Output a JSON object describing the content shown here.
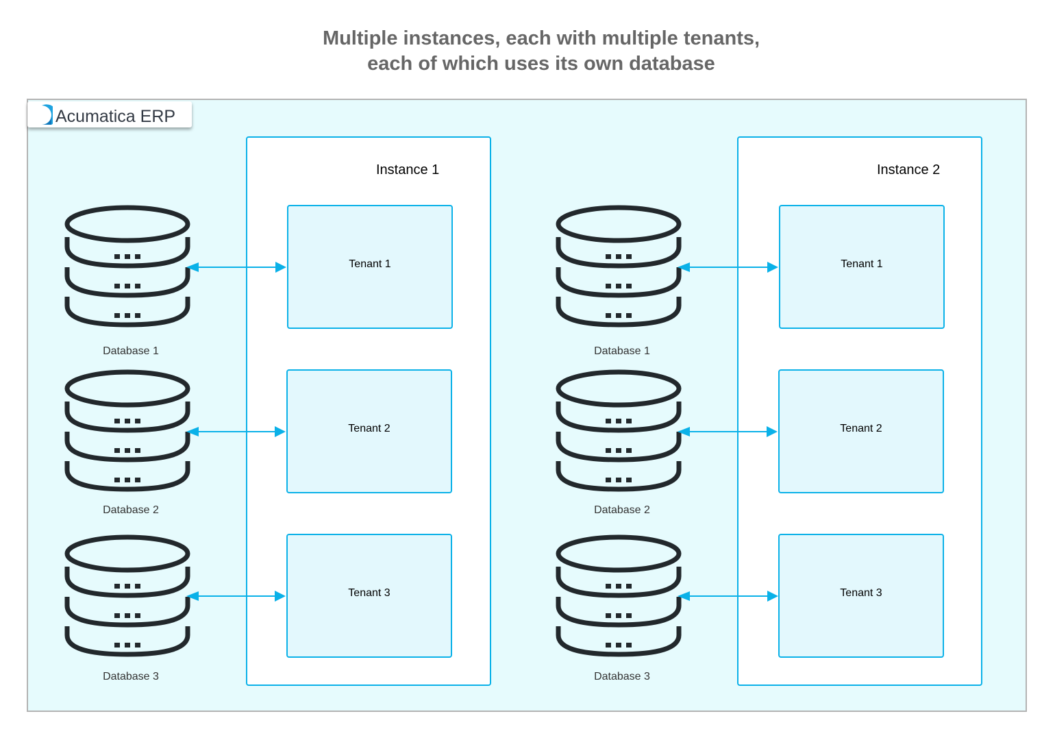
{
  "title": {
    "line1": "Multiple instances, each with multiple tenants,",
    "line2": "each of which uses its own database"
  },
  "brand": {
    "label": "Acumatica ERP",
    "icon": "acumatica-logo-icon",
    "color": "#0ab1e8"
  },
  "colors": {
    "frame_bg": "#e6fbfd",
    "frame_border": "#b3b3b3",
    "accent": "#0ab1e8",
    "tenant_bg": "#e3f8fd",
    "db_icon": "#22282c",
    "title": "#666666"
  },
  "instances": [
    {
      "label": "Instance 1",
      "tenants": [
        "Tenant 1",
        "Tenant 2",
        "Tenant 3"
      ],
      "databases": [
        "Database 1",
        "Database 2",
        "Database 3"
      ]
    },
    {
      "label": "Instance 2",
      "tenants": [
        "Tenant 1",
        "Tenant 2",
        "Tenant 3"
      ],
      "databases": [
        "Database 1",
        "Database 2",
        "Database 3"
      ]
    }
  ],
  "connector": {
    "type": "bidirectional-arrow",
    "description": "Each tenant connects to its own database"
  },
  "db_icon": "database-stack-icon"
}
